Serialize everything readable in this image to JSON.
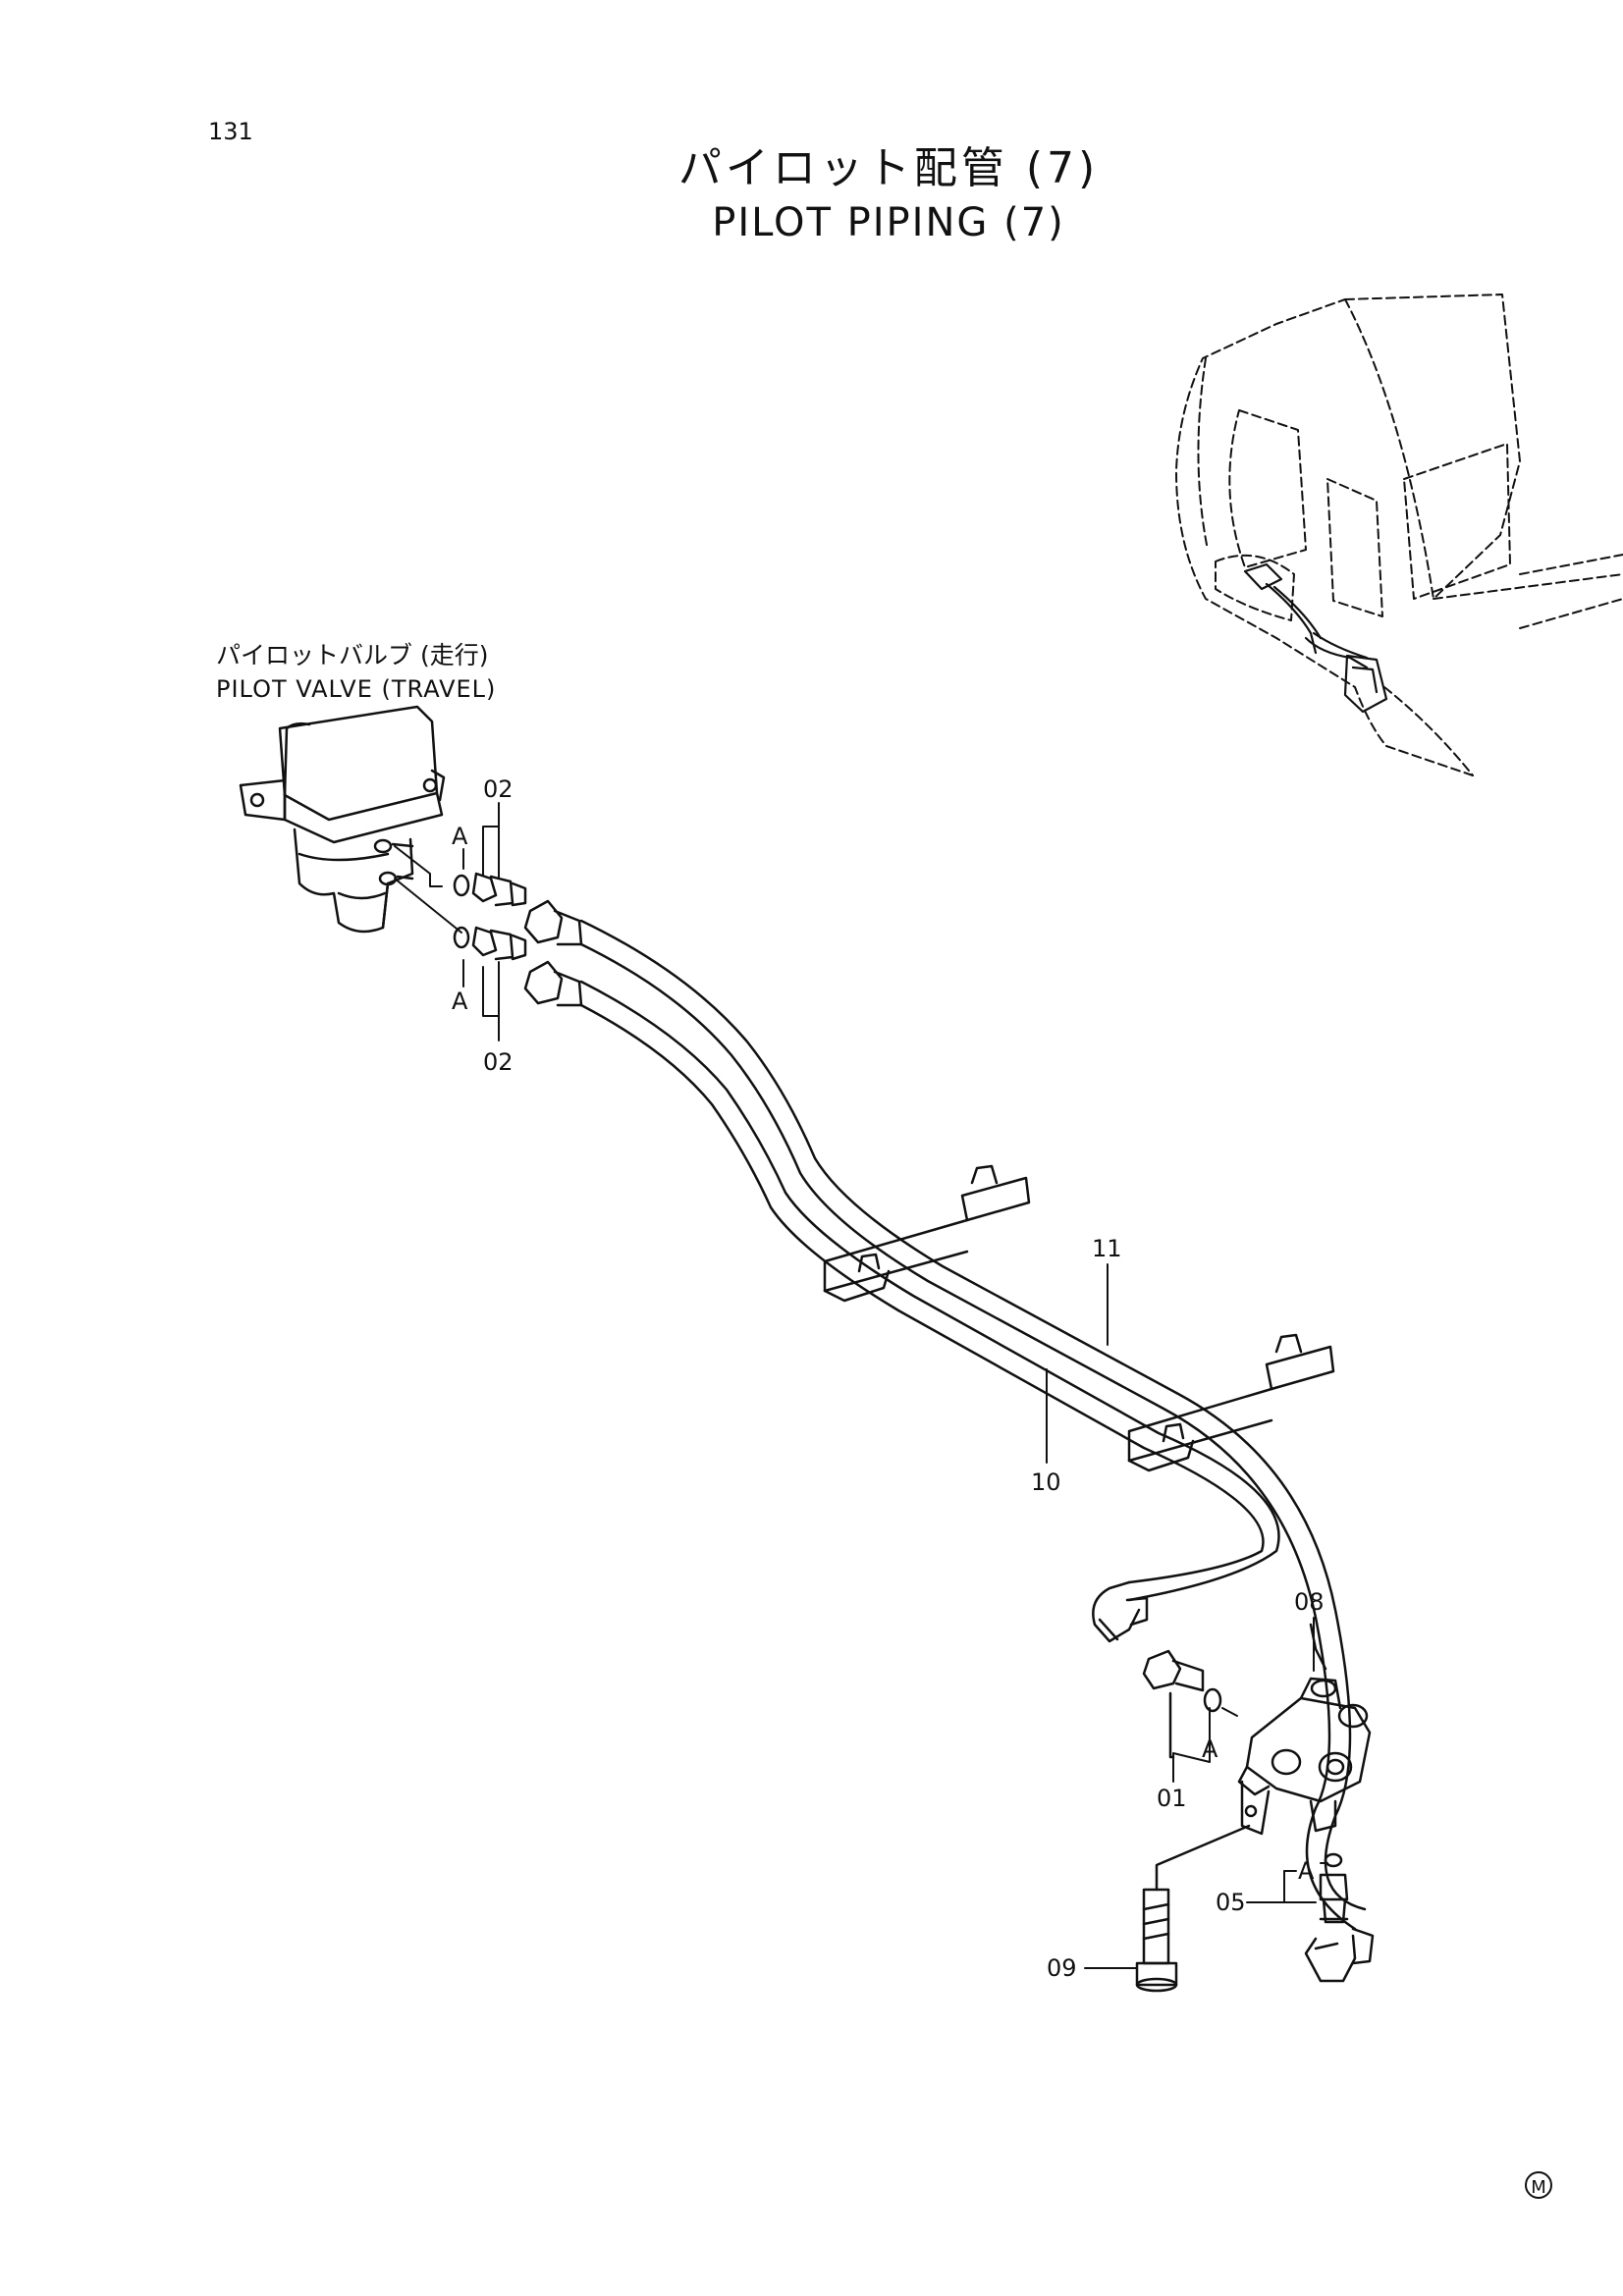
{
  "page": {
    "number": "131",
    "title_jp": "パイロット配管 (7)",
    "title_en": "PILOT PIPING (7)",
    "mark": "M"
  },
  "component": {
    "name_jp": "パイロットバルブ (走行)",
    "name_en": "PILOT VALVE (TRAVEL)"
  },
  "callouts": {
    "part_02_top": "02",
    "part_02_bottom": "02",
    "a_top": "A",
    "a_bottom": "A",
    "part_11": "11",
    "part_10": "10",
    "part_08": "08",
    "part_01": "01",
    "a_mid": "A",
    "part_05": "05",
    "a_low": "A",
    "part_09": "09"
  }
}
